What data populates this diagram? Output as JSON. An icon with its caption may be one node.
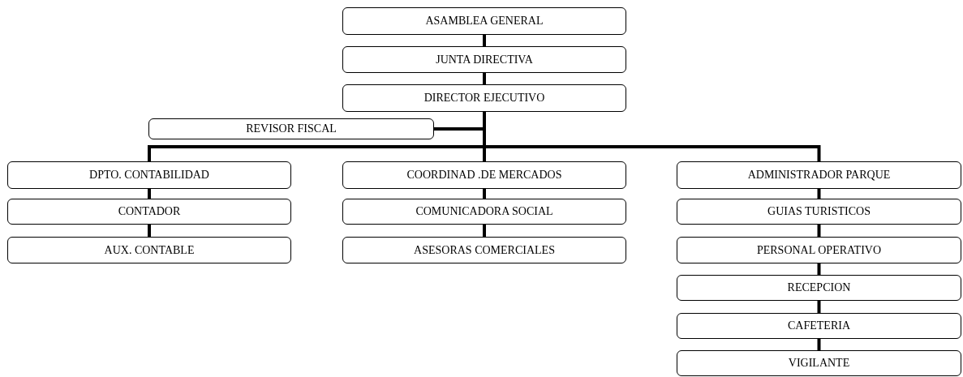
{
  "diagram": {
    "nodes": [
      {
        "text": [
          "ASAMBLEA GENERAL"
        ]
      },
      {
        "text": [
          "JUNTA DIRECTIVA"
        ]
      },
      {
        "text": [
          "DIRECTOR EJECUTIVO"
        ]
      },
      {
        "text": [
          "REVISOR FISCAL"
        ]
      },
      {
        "text": [
          "DPTO. CONTABILIDAD"
        ]
      },
      {
        "text": [
          "CONTADOR"
        ]
      },
      {
        "text": [
          "AUX. CONTABLE"
        ]
      },
      {
        "text": [
          "COORDINAD .DE MERCADOS"
        ]
      },
      {
        "text": [
          "COMUNICADORA SOCIAL"
        ]
      },
      {
        "text": [
          "ASESORAS COMERCIALES"
        ]
      },
      {
        "text": [
          "ADMINISTRADOR PARQUE"
        ]
      },
      {
        "text": [
          "GUIAS TURISTICOS"
        ]
      },
      {
        "text": [
          "PERSONAL OPERATIVO"
        ]
      },
      {
        "text": [
          "RECEPCION"
        ]
      },
      {
        "text": [
          "CAFETERIA"
        ]
      },
      {
        "text": [
          "VIGILANTE"
        ]
      }
    ],
    "edges": [
      {
        "from": 0,
        "to": 1,
        "arrow": "none"
      },
      {
        "from": 1,
        "to": 2,
        "arrow": "none"
      },
      {
        "from": 2,
        "to": 3,
        "arrow": "none"
      },
      {
        "from": 2,
        "to": 4,
        "arrow": "none"
      },
      {
        "from": 2,
        "to": 7,
        "arrow": "none"
      },
      {
        "from": 2,
        "to": 10,
        "arrow": "none"
      },
      {
        "from": 4,
        "to": 5,
        "arrow": "none"
      },
      {
        "from": 5,
        "to": 6,
        "arrow": "none"
      },
      {
        "from": 7,
        "to": 8,
        "arrow": "none"
      },
      {
        "from": 8,
        "to": 9,
        "arrow": "none"
      },
      {
        "from": 10,
        "to": 11,
        "arrow": "none"
      },
      {
        "from": 11,
        "to": 12,
        "arrow": "none"
      },
      {
        "from": 12,
        "to": 13,
        "arrow": "none"
      },
      {
        "from": 13,
        "to": 14,
        "arrow": "none"
      },
      {
        "from": 14,
        "to": 15,
        "arrow": "none"
      }
    ]
  }
}
